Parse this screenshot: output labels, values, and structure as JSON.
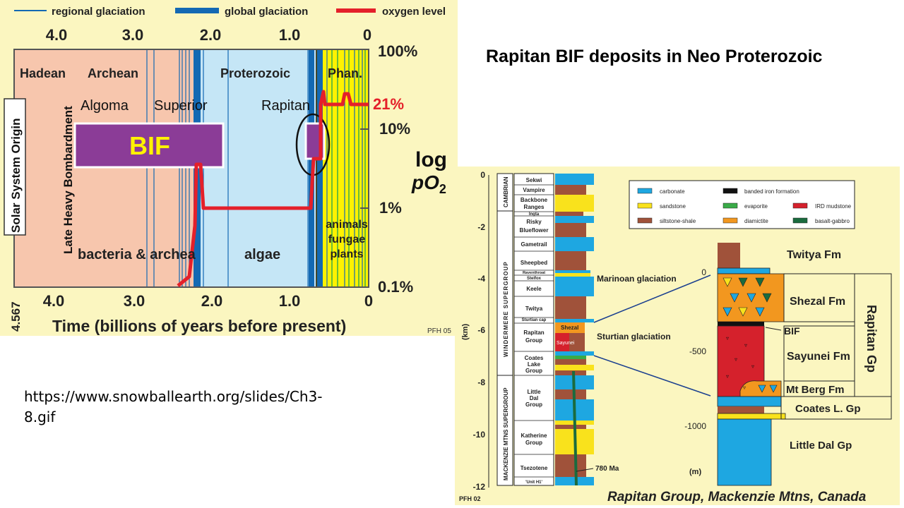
{
  "slide": {
    "title": "Rapitan BIF deposits in Neo Proterozoic",
    "source_url": "https://www.snowballearth.org/slides/Ch3-8.gif"
  },
  "left_figure": {
    "legend": {
      "regional": "regional glaciation",
      "global": "global glaciation",
      "oxygen": "oxygen level"
    },
    "top_ticks": [
      "4.0",
      "3.0",
      "2.0",
      "1.0",
      "0"
    ],
    "bottom_ticks": [
      "4.0",
      "3.0",
      "2.0",
      "1.0",
      "0"
    ],
    "age_start": "4.567",
    "eons": {
      "hadean": "Hadean",
      "archean": "Archean",
      "proterozoic": "Proterozoic",
      "phanerozoic": "Phan."
    },
    "bif_labels": {
      "algoma": "Algoma",
      "superior": "Superior",
      "rapitan": "Rapitan"
    },
    "bif_box": "BIF",
    "right_ticks": {
      "t100": "100%",
      "t10": "10%",
      "t1": "1%",
      "t01": "0.1%"
    },
    "current_oxygen": "21%",
    "axis_right": {
      "log": "log",
      "po": "pO",
      "sub": "2"
    },
    "vertical_labels": {
      "origin": "Solar System Origin",
      "bombardment": "Late Heavy Bombardment"
    },
    "life": {
      "bacteria": "bacteria & archea",
      "algae": "algae",
      "animals": "animals",
      "fungae": "fungae",
      "plants": "plants"
    },
    "x_axis_label": "Time (billions of years before present)",
    "credit": "PFH 05",
    "colors": {
      "hadean_archean": "#f7c6ad",
      "proterozoic": "#c5e6f6",
      "phanerozoic": "#fff200",
      "background": "#fbf6c0",
      "oxygen": "#e4202a",
      "bif": "#8b3c97",
      "glaciation": "#1469b3"
    }
  },
  "right_figure": {
    "depth_label": "(km)",
    "depth_ticks": [
      "0",
      "-2",
      "-4",
      "-6",
      "-8",
      "-10",
      "-12"
    ],
    "supergroups": {
      "windermere": "WINDERMERE SUPERGROUP",
      "mackenzie": "MACKENZIE MTNS SUPERGROUP"
    },
    "periods": {
      "cambrian": "CAMBRIAN"
    },
    "units": [
      {
        "name": "Sekwi"
      },
      {
        "name": "Vampire"
      },
      {
        "name": "Backbone",
        "name2": "Ranges"
      },
      {
        "name": "Ingta"
      },
      {
        "name": "Risky"
      },
      {
        "name": "Blueflower"
      },
      {
        "name": "Gametrail"
      },
      {
        "name": "Sheepbed"
      },
      {
        "name": "Raventhroat"
      },
      {
        "name": "Stelfox"
      },
      {
        "name": "Keele"
      },
      {
        "name": "Twitya"
      },
      {
        "name": "Sturtian cap"
      },
      {
        "name": "Rapitan",
        "name2": "Group"
      },
      {
        "name": "Coates",
        "name2": "Lake",
        "name3": "Group"
      },
      {
        "name": "Little",
        "name2": "Dal",
        "name3": "Group"
      },
      {
        "name": "Katherine",
        "name2": "Group"
      },
      {
        "name": "Tsezotene"
      },
      {
        "name": "'Unit H1'"
      }
    ],
    "column_labels": {
      "shezal": "Shezal",
      "sayunei": "Sayunei"
    },
    "glaciations": {
      "marinoan": "Marinoan glaciation",
      "sturtian": "Sturtian glaciation"
    },
    "age_marker": "780 Ma",
    "credit": "PFH 02",
    "legend": {
      "carbonate": "carbonate",
      "sandstone": "sandstone",
      "siltstone": "siltstone-shale",
      "bif": "banded iron formation",
      "evaporite": "evaporite",
      "diamictite": "diamictite",
      "ird": "IRD mudstone",
      "basalt": "basalt-gabbro"
    },
    "detail": {
      "formations": {
        "twitya": "Twitya Fm",
        "shezal": "Shezal Fm",
        "bif": "BIF",
        "sayunei": "Sayunei Fm",
        "mtberg": "Mt Berg Fm",
        "coates": "Coates L. Gp",
        "littledal": "Little Dal Gp"
      },
      "group": "Rapitan Gp",
      "ticks": [
        "0",
        "-500",
        "-1000"
      ],
      "unit": "(m)"
    },
    "caption": "Rapitan Group, Mackenzie Mtns, Canada",
    "colors": {
      "carbonate": "#1ea7e1",
      "sandstone": "#f9e21c",
      "siltstone": "#a0523a",
      "bif": "#111111",
      "evaporite": "#3aab48",
      "diamictite": "#f2971f",
      "ird": "#d5212c",
      "basalt": "#1a6b3e",
      "background": "#fbf6c0"
    }
  }
}
